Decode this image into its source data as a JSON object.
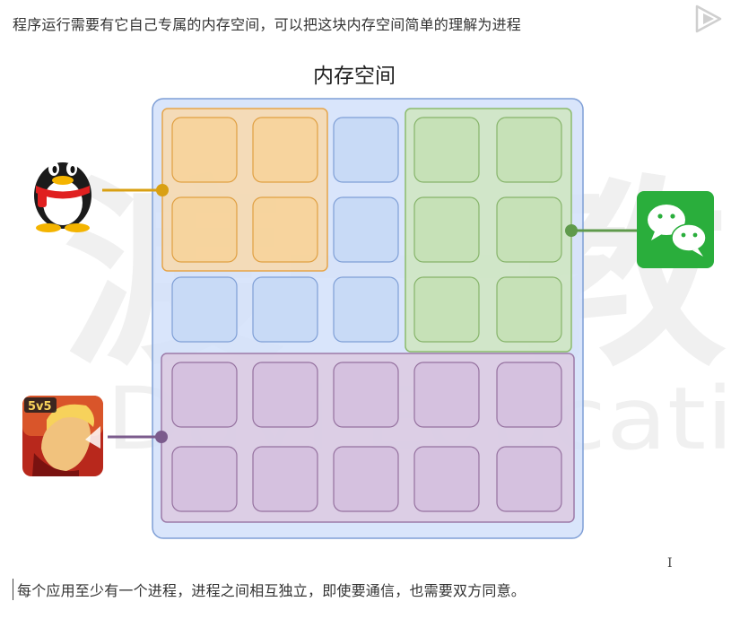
{
  "intro_text": "程序运行需要有它自己专属的内存空间，可以把这块内存空间简单的理解为进程",
  "diagram": {
    "title": "内存空间",
    "watermark": {
      "chinese": "渡一教",
      "english": "Duyi Educati"
    },
    "regions": [
      {
        "name": "qq-process-region",
        "color": "#fbd9a5",
        "stroke": "#e6a54b"
      },
      {
        "name": "wechat-process-region",
        "color": "#cfe6bf",
        "stroke": "#8cbb6c"
      },
      {
        "name": "game-process-region",
        "color": "#dccbe2",
        "stroke": "#9c7aa8"
      }
    ],
    "apps": [
      {
        "name": "qq",
        "icon": "qq-penguin-icon",
        "connector_color": "#d9a013"
      },
      {
        "name": "wechat",
        "icon": "wechat-icon",
        "connector_color": "#5f9a4c"
      },
      {
        "name": "game",
        "icon": "game-5v5-icon",
        "label": "5v5",
        "connector_color": "#7b5b8c"
      }
    ],
    "memory_color": "#d2e1fa",
    "memory_stroke": "#7f9fd6"
  },
  "footer_text": "每个应用至少有一个进程，进程之间相互独立，即使要通信，也需要双方同意。",
  "cursor_glyph": "I"
}
